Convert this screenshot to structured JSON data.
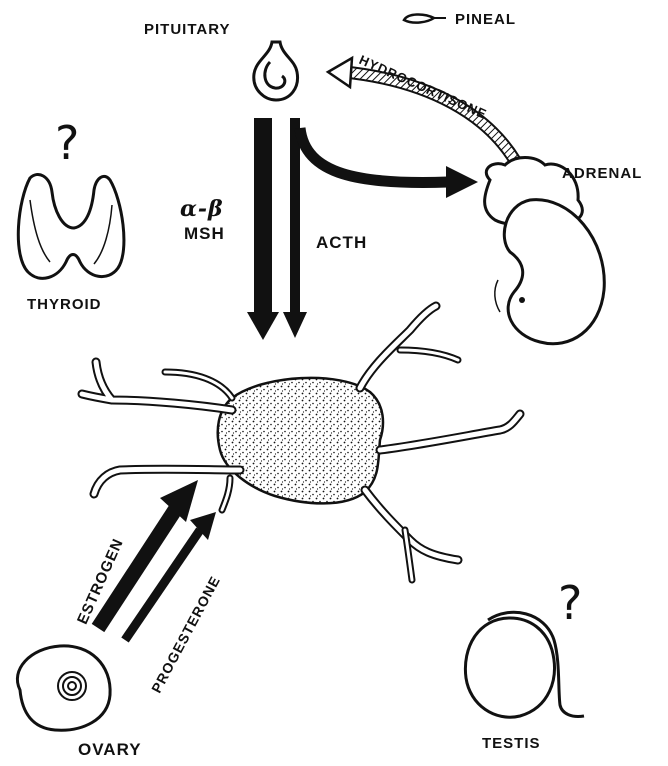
{
  "labels": {
    "pituitary": "PITUITARY",
    "pineal": "PINEAL",
    "hydrocortisone": "HYDROCORTISONE",
    "adrenal": "ADRENAL",
    "alpha_beta": "α-β",
    "msh": "MSH",
    "acth": "ACTH",
    "thyroid": "THYROID",
    "estrogen": "ESTROGEN",
    "progesterone": "PROGESTERONE",
    "ovary": "OVARY",
    "testis": "TESTIS",
    "thyroid_question": "?",
    "testis_question": "?"
  },
  "colors": {
    "ink": "#111111",
    "background": "#ffffff"
  }
}
